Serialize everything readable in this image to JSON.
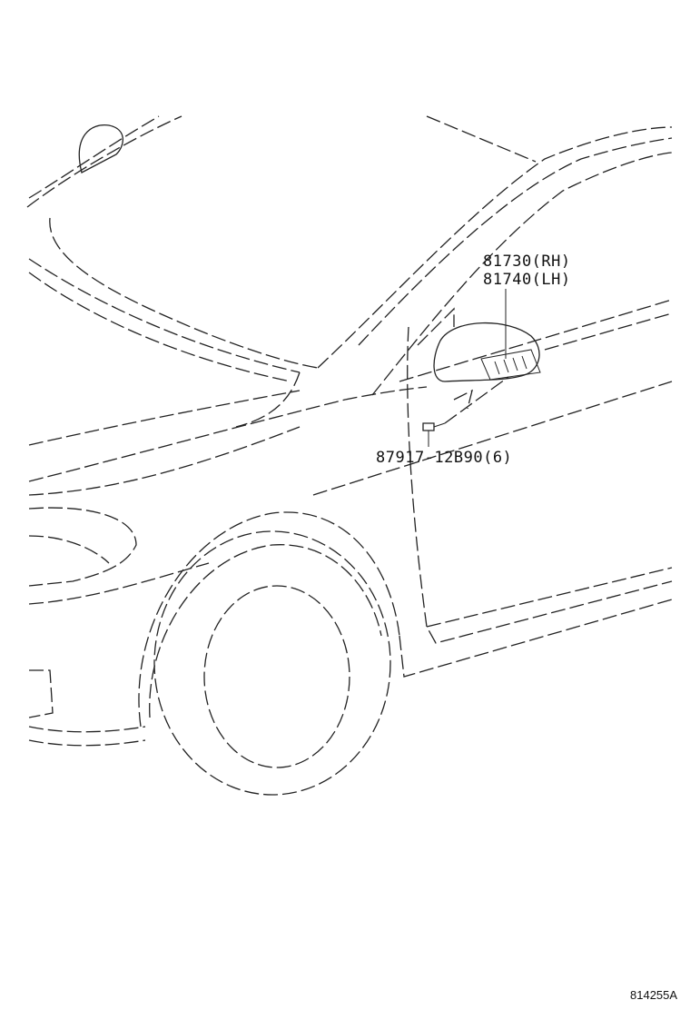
{
  "callouts": {
    "mirror_rh": "81730(RH)",
    "mirror_lh": "81740(LH)",
    "screw": "87917-12B90(6)"
  },
  "illustration_id": "814255A"
}
